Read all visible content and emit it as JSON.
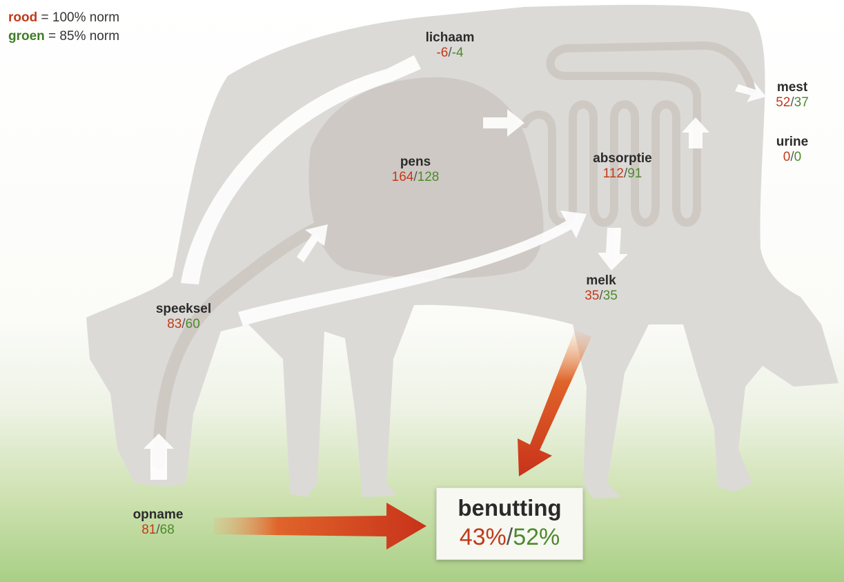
{
  "legend": {
    "red_word": "rood",
    "red_text": " = 100% norm",
    "green_word": "groen",
    "green_text": " = 85% norm"
  },
  "nodes": {
    "lichaam": {
      "name": "lichaam",
      "red": "-6",
      "green": "-4"
    },
    "mest": {
      "name": "mest",
      "red": "52",
      "green": "37"
    },
    "urine": {
      "name": "urine",
      "red": "0",
      "green": "0"
    },
    "pens": {
      "name": "pens",
      "red": "164",
      "green": "128"
    },
    "absorptie": {
      "name": "absorptie",
      "red": "112",
      "green": "91"
    },
    "melk": {
      "name": "melk",
      "red": "35",
      "green": "35"
    },
    "speeksel": {
      "name": "speeksel",
      "red": "83",
      "green": "60"
    },
    "opname": {
      "name": "opname",
      "red": "81",
      "green": "68"
    }
  },
  "result": {
    "title": "benutting",
    "red": "43%",
    "green": "52%"
  },
  "colors": {
    "red": "#c23a1a",
    "green": "#4c8a2c",
    "cow": "#dcdad7",
    "rumen": "#cbc6c1",
    "arrow": "#d9451b"
  }
}
